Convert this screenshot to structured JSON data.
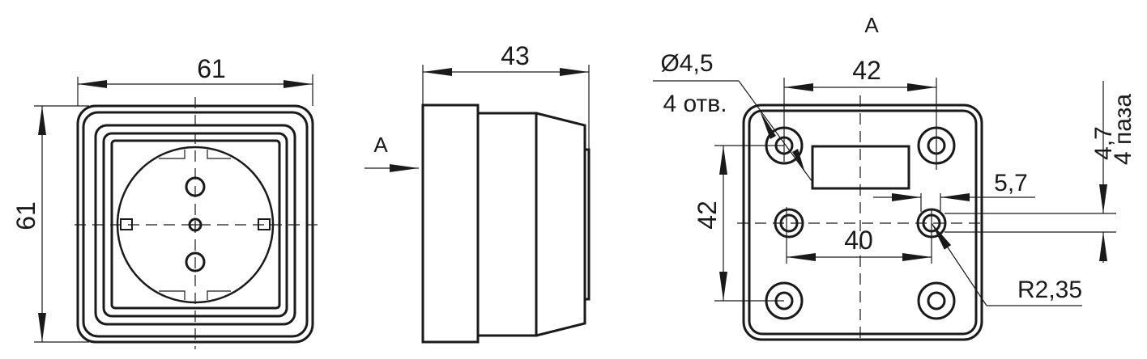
{
  "front_view": {
    "width_dim": "61",
    "height_dim": "61"
  },
  "side_view": {
    "depth_dim": "43",
    "view_arrow_label": "A"
  },
  "back_view": {
    "view_label": "A",
    "hole_diameter": "Ø4,5",
    "hole_count": "4 отв.",
    "top_spacing": "42",
    "left_spacing": "42",
    "mid_spacing": "40",
    "slot_offset": "5,7",
    "slot_radius": "R2,35",
    "slot_width": "4,7",
    "slot_count": "4 паза"
  },
  "colors": {
    "line": "#1a1a1a",
    "background": "#ffffff"
  }
}
